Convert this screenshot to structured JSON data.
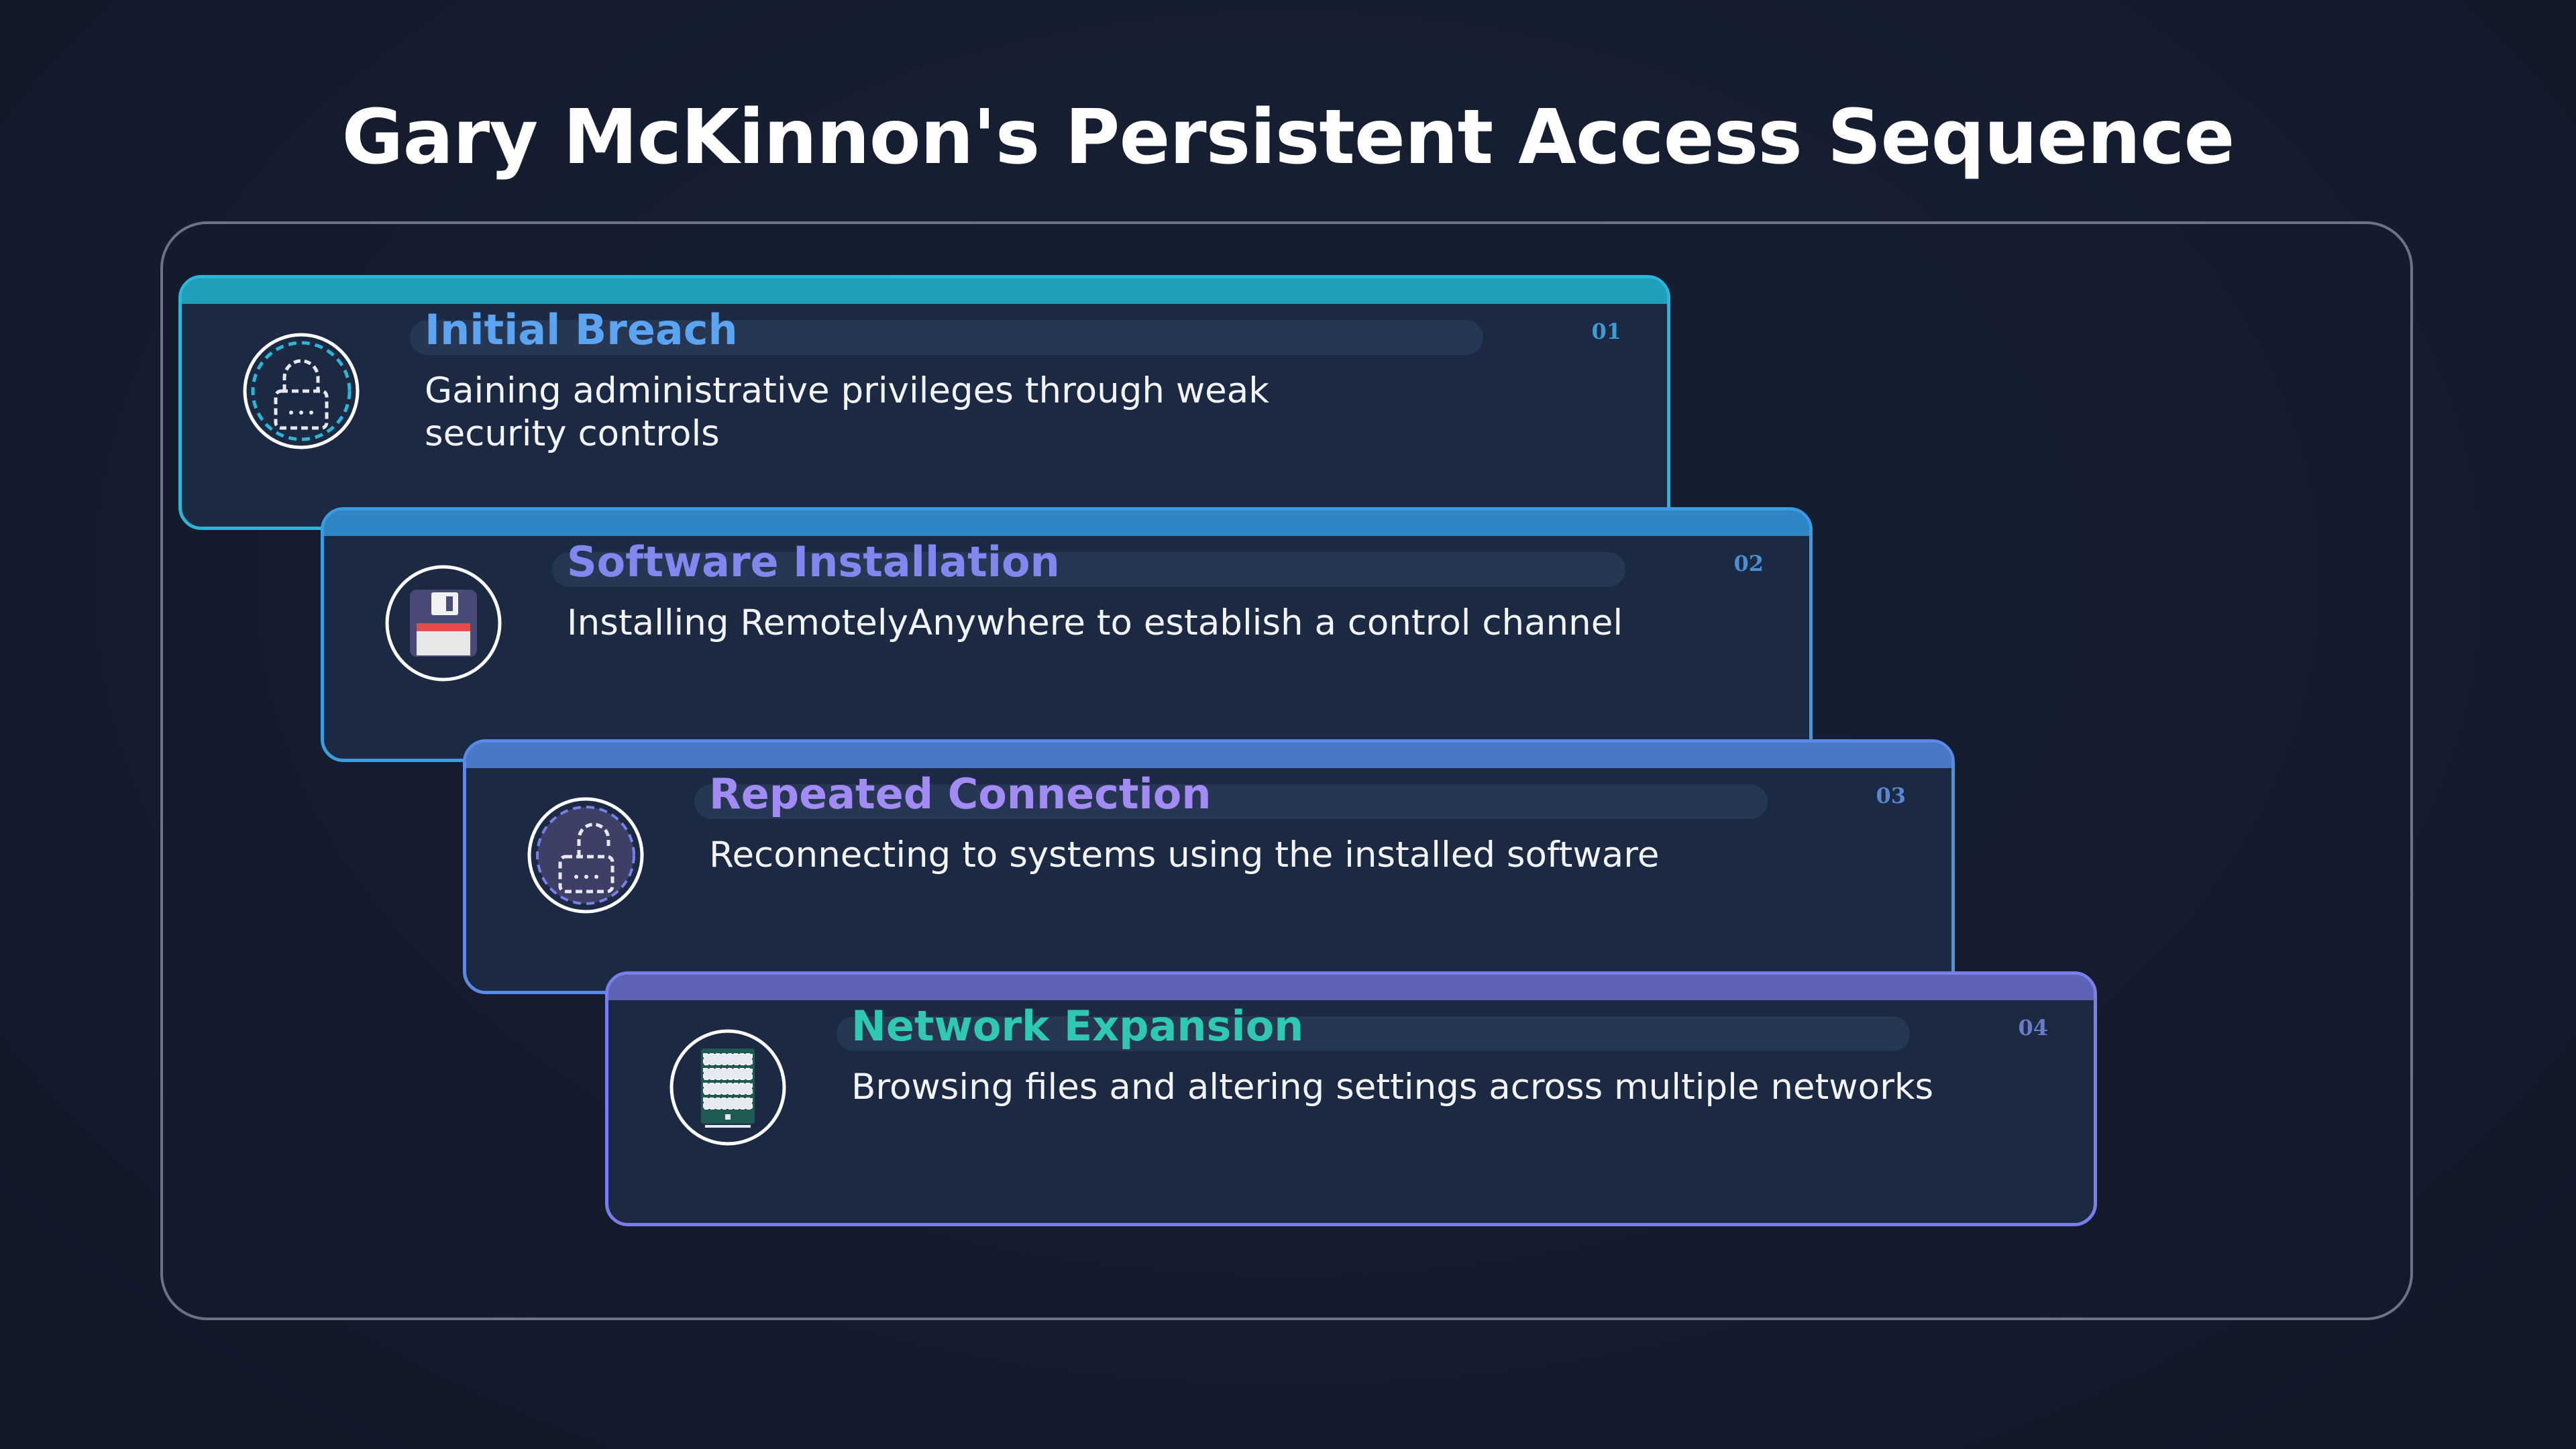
{
  "title": "Gary McKinnon's Persistent Access Sequence",
  "colors": {
    "background": "#141d2f",
    "card": "#1c2942",
    "step1": "#2bb5d6",
    "step2": "#3b9be0",
    "step3": "#5b8ae6",
    "step4": "#7b7ee8"
  },
  "steps": [
    {
      "number": "01",
      "title": "Initial Breach",
      "description": "Gaining administrative privileges through weak security controls",
      "icon": "lock-icon",
      "title_color": "#5ba4f2",
      "number_color": "#3f9bd6"
    },
    {
      "number": "02",
      "title": "Software Installation",
      "description": "Installing RemotelyAnywhere to establish a control channel",
      "icon": "floppy-disk-icon",
      "title_color": "#8486f0",
      "number_color": "#4b8fd3"
    },
    {
      "number": "03",
      "title": "Repeated Connection",
      "description": "Reconnecting to systems using the installed software",
      "icon": "unlock-icon",
      "title_color": "#a28bf5",
      "number_color": "#5a86cf"
    },
    {
      "number": "04",
      "title": "Network Expansion",
      "description": "Browsing files and altering settings across multiple networks",
      "icon": "server-icon",
      "title_color": "#2ec9b0",
      "number_color": "#6a7bc9"
    }
  ]
}
